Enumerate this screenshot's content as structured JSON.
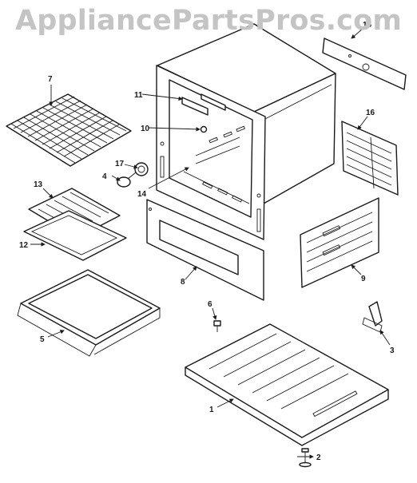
{
  "watermark": "AppliancePartsPros.com",
  "parts": [
    {
      "id": "part-7",
      "label": "7"
    },
    {
      "id": "part-11",
      "label": "11"
    },
    {
      "id": "part-10",
      "label": "10"
    },
    {
      "id": "part-17",
      "label": "17"
    },
    {
      "id": "part-4",
      "label": "4"
    },
    {
      "id": "part-14",
      "label": "14"
    },
    {
      "id": "part-13",
      "label": "13"
    },
    {
      "id": "part-12",
      "label": "12"
    },
    {
      "id": "part-5",
      "label": "5"
    },
    {
      "id": "part-8",
      "label": "8"
    },
    {
      "id": "part-6",
      "label": "6"
    },
    {
      "id": "part-1",
      "label": "1"
    },
    {
      "id": "part-2",
      "label": "2"
    },
    {
      "id": "part-3",
      "label": "3"
    },
    {
      "id": "part-9",
      "label": "9"
    },
    {
      "id": "part-16",
      "label": "16"
    },
    {
      "id": "part-15",
      "label": "15"
    }
  ]
}
